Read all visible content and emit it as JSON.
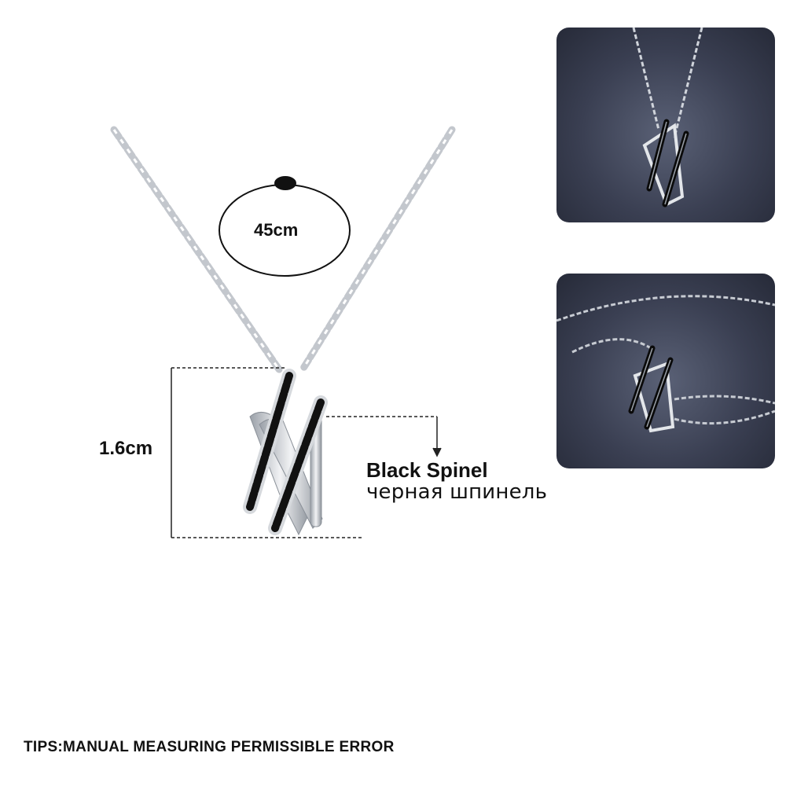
{
  "product": {
    "chain_length": "45cm",
    "pendant_height": "1.6cm",
    "stone_name_en": "Black Spinel",
    "stone_name_ru": "черная шпинель"
  },
  "footer": {
    "tips": "TIPS:MANUAL MEASURING PERMISSIBLE  ERROR"
  },
  "colors": {
    "silver": "#c9ccd2",
    "spinel": "#111111",
    "photo_background": "#3a3f52"
  }
}
